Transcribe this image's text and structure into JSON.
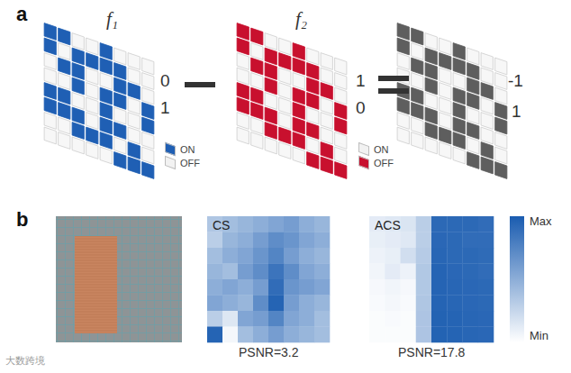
{
  "diagram": {
    "labels": [
      "a",
      "f₁",
      "0",
      "1",
      "f₂",
      "1",
      "0",
      "-1",
      "1",
      "b",
      "CS",
      "PSNR=3.2",
      "ACS",
      "PSNR=17.8",
      "Max",
      "Min",
      "大数跨境"
    ],
    "legend": [
      {
        "text": "ON",
        "color": "#1f5fb4"
      },
      {
        "text": "OFF",
        "color": "#f2f2f2"
      },
      {
        "text": "ON",
        "color": "#f2f2f2"
      },
      {
        "text": "OFF",
        "color": "#c8102e"
      }
    ]
  }
}
